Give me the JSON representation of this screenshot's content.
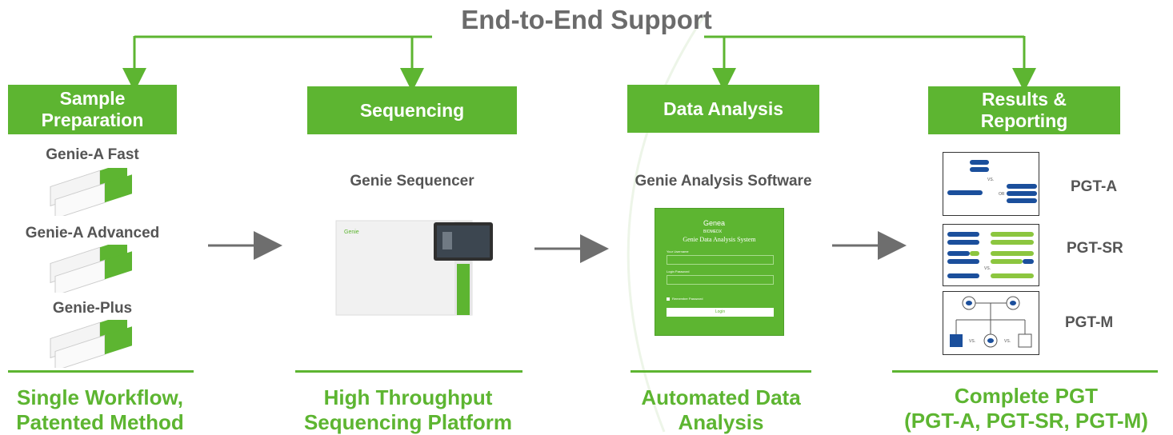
{
  "title": "End-to-End Support",
  "stages": [
    {
      "label": "Sample\nPreparation"
    },
    {
      "label": "Sequencing"
    },
    {
      "label": "Data Analysis"
    },
    {
      "label": "Results &\nReporting"
    }
  ],
  "kits": [
    "Genie-A Fast",
    "Genie-A Advanced",
    "Genie-Plus"
  ],
  "sequencer_label": "Genie Sequencer",
  "software_label": "Genie Analysis Software",
  "software_screen": {
    "brand": "Genea",
    "brand_sub": "BIOMEDX",
    "system_title": "Genie Data Analysis System",
    "username_label": "Your Username",
    "password_label": "Login Password",
    "remember_label": "Remember Password",
    "login_button": "Login"
  },
  "reports": [
    "PGT-A",
    "PGT-SR",
    "PGT-M"
  ],
  "results": [
    "Single Workflow,\nPatented Method",
    "High Throughput\nSequencing Platform",
    "Automated Data\nAnalysis",
    "Complete PGT\n(PGT-A, PGT-SR, PGT-M)"
  ],
  "colors": {
    "accent": "#5db531",
    "text_gray": "#555555",
    "chrom_blue": "#1b4f9c",
    "arrow_gray": "#6e6e6e"
  }
}
